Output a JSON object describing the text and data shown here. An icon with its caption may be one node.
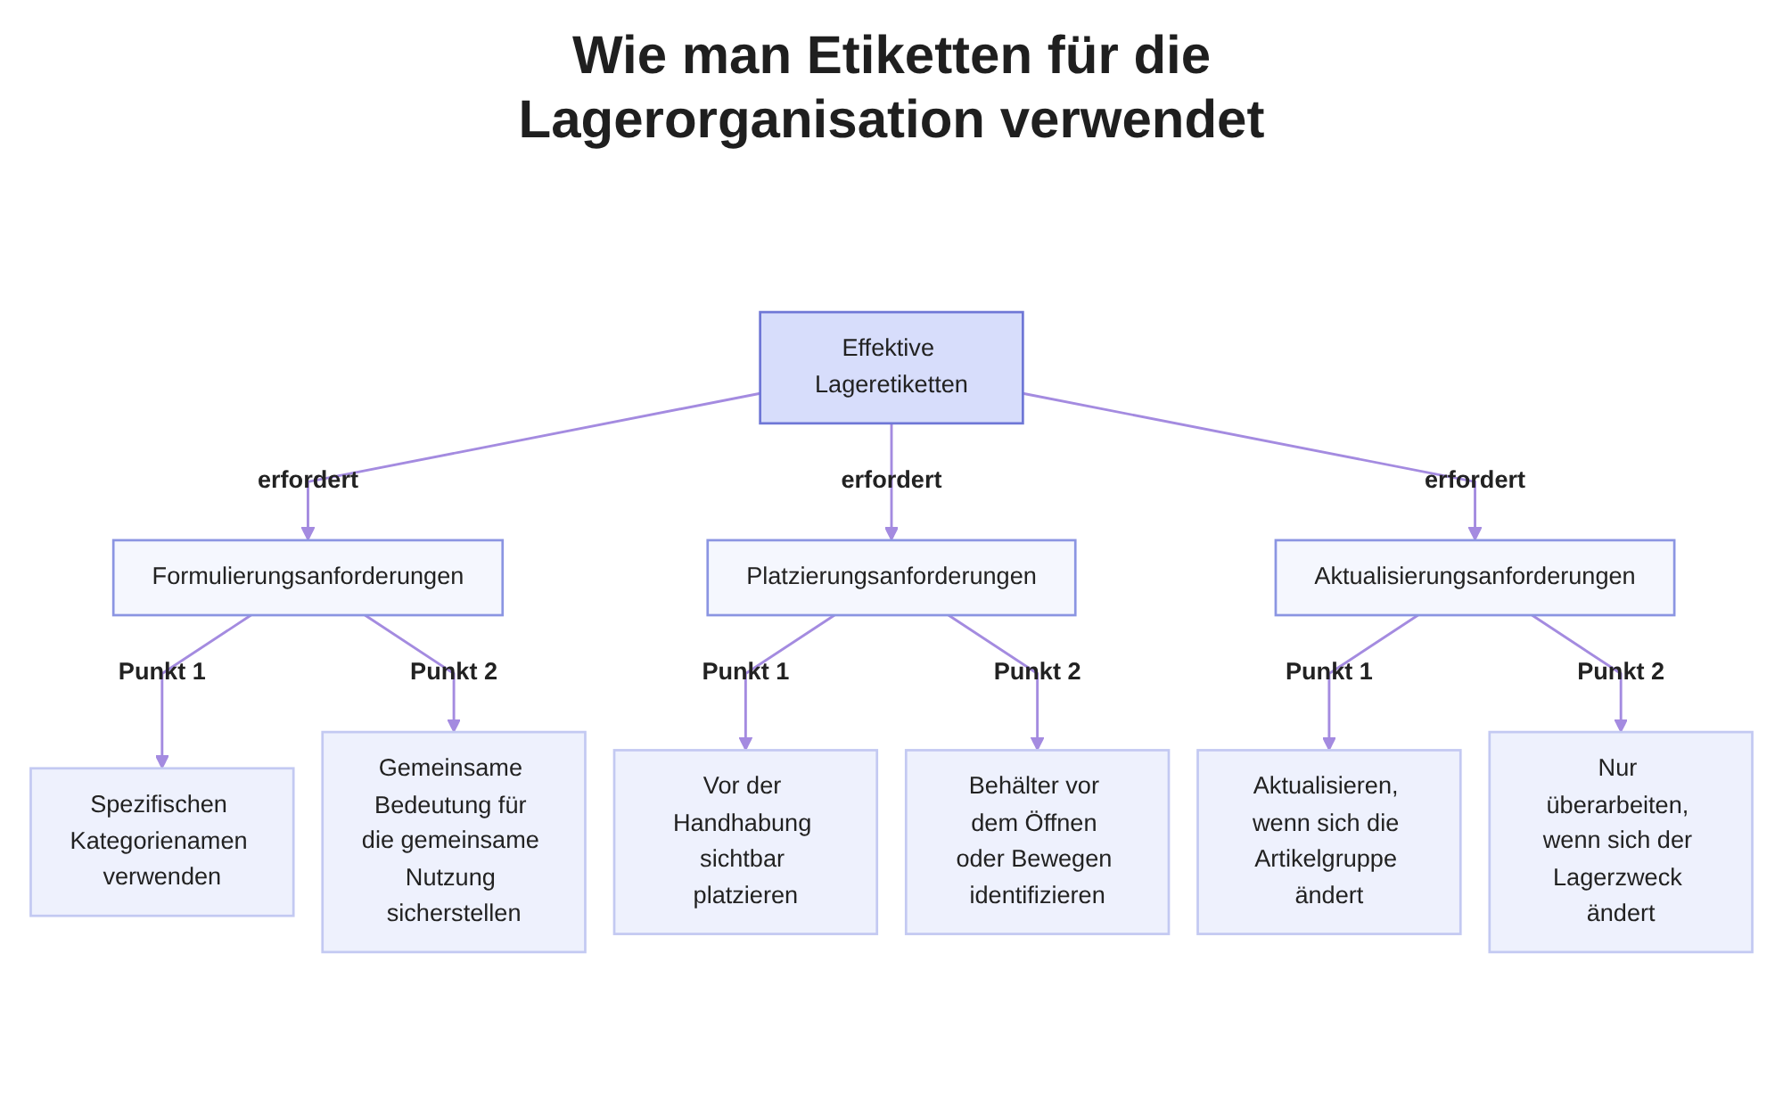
{
  "diagram": {
    "title": "Wie man Etiketten für die Lagerorganisation verwendet",
    "nodes": [
      {
        "text": [
          "Effektive Lageretiketten"
        ]
      },
      {
        "text": [
          "Formulierungsanforderungen"
        ]
      },
      {
        "text": [
          "Platzierungsanforderungen"
        ]
      },
      {
        "text": [
          "Aktualisierungsanforderungen"
        ]
      },
      {
        "text": [
          "Spezifischen Kategorienamen verwenden"
        ]
      },
      {
        "text": [
          "Gemeinsame Bedeutung für die gemeinsame Nutzung sicherstellen"
        ]
      },
      {
        "text": [
          "Vor der Handhabung sichtbar platzieren"
        ]
      },
      {
        "text": [
          "Behälter vor dem Öffnen oder Bewegen identifizieren"
        ]
      },
      {
        "text": [
          "Aktualisieren, wenn sich die Artikelgruppe ändert"
        ]
      },
      {
        "text": [
          "Nur überarbeiten, wenn sich der Lagerzweck ändert"
        ]
      }
    ],
    "edges": [
      {
        "from": 0,
        "to": 1,
        "label": "erfordert",
        "arrow": "to"
      },
      {
        "from": 0,
        "to": 2,
        "label": "erfordert",
        "arrow": "to"
      },
      {
        "from": 0,
        "to": 3,
        "label": "erfordert",
        "arrow": "to"
      },
      {
        "from": 1,
        "to": 4,
        "label": "Punkt 1",
        "arrow": "to"
      },
      {
        "from": 1,
        "to": 5,
        "label": "Punkt 2",
        "arrow": "to"
      },
      {
        "from": 2,
        "to": 6,
        "label": "Punkt 1",
        "arrow": "to"
      },
      {
        "from": 2,
        "to": 7,
        "label": "Punkt 2",
        "arrow": "to"
      },
      {
        "from": 3,
        "to": 8,
        "label": "Punkt 1",
        "arrow": "to"
      },
      {
        "from": 3,
        "to": 9,
        "label": "Punkt 2",
        "arrow": "to"
      }
    ]
  }
}
